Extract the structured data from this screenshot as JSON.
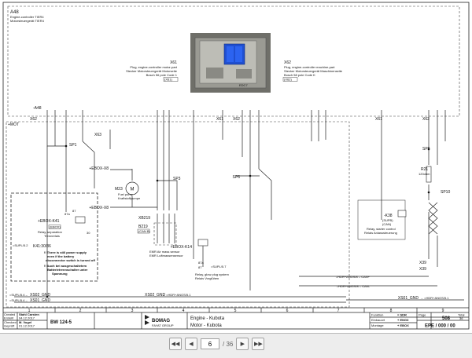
{
  "frame": {
    "section": "A48",
    "section_en": "Engine-controller TIER4",
    "section_de": "Motorsteuergerät TIER4",
    "module": "+MOT"
  },
  "connectors": {
    "x61_code": "X61",
    "x61_en": "Plug, engine-controller motor-part",
    "x61_de": "Stecker Motorsteuergerät Motorseite",
    "x61_bosch": "Bosch 56 pole Code 1",
    "x61_ref": "(X61)",
    "x62_code": "X62",
    "x62_en": "Plug, engine-controller machine-part",
    "x62_de": "Stecker Motorsteuergerät Maschinenseite",
    "x62_bosch": "Bosch 58 pole Code K",
    "x62_ref": "(X62)",
    "ecu_marking": "EDC7"
  },
  "pins": {
    "a48": "-A48",
    "x62_left": "X62",
    "x61_mid": "X61",
    "x62_mid": "X62",
    "x61_right": "X61",
    "x62_right": "X62"
  },
  "components": {
    "sp1": "SP1",
    "x63": "X63",
    "ebox_x8_top": "+EBOX-X8",
    "m23": "M23",
    "m23_letter": "M",
    "fuel_pump_en": "Fuel pump",
    "fuel_pump_de": "Kraftstoffpumpe",
    "ebox_x8_bottom": "+EBOX-X8",
    "sp3": "SP3",
    "xb219": "XB219",
    "b219": "B219",
    "b219_box": "(CAN B)",
    "emr_en": "EMR Air mass sensor",
    "emr_de": "EMR Luftmassensensor",
    "ebox_k14": "+EBOX-K14",
    "k14_87a": "87a",
    "k14_87": "87",
    "k14_ref": "=SUPL/5.7",
    "relay_glow_en": "Relay, glow plug system",
    "relay_glow_de": "Relais Vorglühen",
    "sp6": "SP6",
    "ebox_k41": "+EBOX-K41",
    "k41_87a": "87a",
    "k41_87": "87",
    "k41_30": "30",
    "k41_box": "(EBOX)",
    "relay_sep_en": "Relay, separation",
    "relay_sep_de": "Trennrelais",
    "supl_ref_k41": "=SUPL/5.2",
    "k41_range": "K41:30/86",
    "note_en_1": "!! There is still power supply",
    "note_en_2": "even if the battery",
    "note_en_3": "disconnector switch is turned off",
    "note_de_1": "!! Auch bei ausgeschaltetem",
    "note_de_2": "Batterietrennschalter unter",
    "note_de_3": "Spannung",
    "sp9": "SP9",
    "r21": "R21",
    "r21_val": "120ohm",
    "sp10": "SP10",
    "k38": "-K38",
    "k38_box": "(SUPB)",
    "k38_can": "(CAN)",
    "relay_starter_en": "Relay, starter control",
    "relay_starter_de": "Relais Anlasssteuerung",
    "x39_a": "X39",
    "x39_b": "X39",
    "can_h_ref": "=HDR+ANGS/8 – CAN+",
    "can_l_ref": "=HDR+ANGS/8 – CAN-",
    "xs02_gnd": "XS02_GND",
    "xs01_gnd": "XS01_GND",
    "xs01_gnd_right": "XS01_GND",
    "gnd_ref_left_1": "=SUPL/5.4 –",
    "gnd_ref_left_2": "=SUPL/5.4 –",
    "gnd_ref_mid": "→ =HDR+ANGS/5.1",
    "gnd_ref_right": "→ =HDR+ANGS/5.1"
  },
  "columns": [
    "1",
    "2",
    "3",
    "4",
    "5",
    "6",
    "7",
    "8",
    "9"
  ],
  "titleblock": {
    "created_label": "Created",
    "created_de": "Erstellt",
    "created_name": "Stahl Carsten",
    "created_date": "04.12.2017",
    "checked_label": "Checked",
    "checked_de": "Geprüft",
    "checked_name": "M. Vogel",
    "checked_date": "01.12.2017",
    "machine": "BW 124-5",
    "brand": "BOMAG",
    "brand_sub": "FAYAT GROUP",
    "title_en": "Engine - Kubota",
    "title_de": "Motor - Kubota",
    "function_label": "Funktion",
    "function_val": "= SDR",
    "location_label": "Einbauort",
    "location_val": "+ ENG3",
    "mount_label": "Montage",
    "mount_val": "+ EBOX",
    "sheet_label": "Page",
    "sheet_num": "508",
    "total_label": "Total",
    "total_num": "36",
    "doc_code": "EPE / 000 / 00"
  },
  "viewer": {
    "page_current": "6",
    "page_total": "/ 36"
  },
  "colors": {
    "line": "#222222",
    "ecu_blue": "#1f4fd1",
    "photo_bg": "#8a8a84"
  }
}
